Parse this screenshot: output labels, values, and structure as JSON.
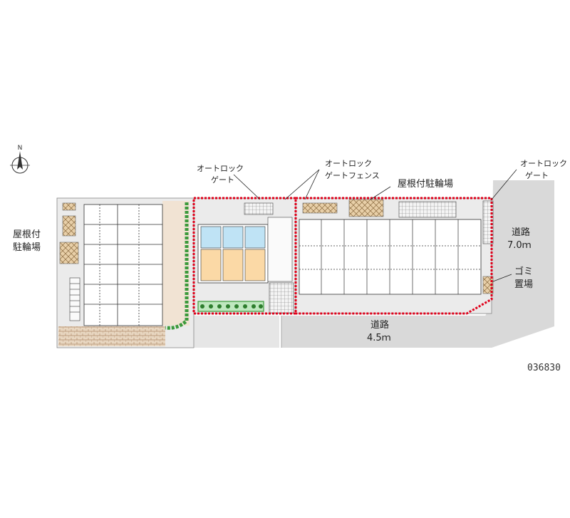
{
  "map": {
    "code": "036830",
    "north_symbol": "N",
    "labels": {
      "bike_left_1": "屋根付",
      "bike_left_2": "駐輪場",
      "autolock_gate_left_1": "オートロック",
      "autolock_gate_left_2": "ゲート",
      "autolock_fence_1": "オートロック",
      "autolock_fence_2": "ゲートフェンス",
      "bike_right": "屋根付駐輪場",
      "autolock_gate_right_1": "オートロック",
      "autolock_gate_right_2": "ゲート",
      "road_right_1": "道路",
      "road_right_2": "7.0ｍ",
      "garbage_1": "ゴミ",
      "garbage_2": "置場",
      "road_bottom_1": "道路",
      "road_bottom_2": "4.5ｍ"
    },
    "colors": {
      "road": "#d9d9d9",
      "site": "#ebebeb",
      "fence": "#e0001a",
      "hedge": "#3c9a3c",
      "brick": "#c9a98a",
      "highlight_blue": "#bfe3f5",
      "highlight_orange": "#fbd9a6"
    }
  }
}
